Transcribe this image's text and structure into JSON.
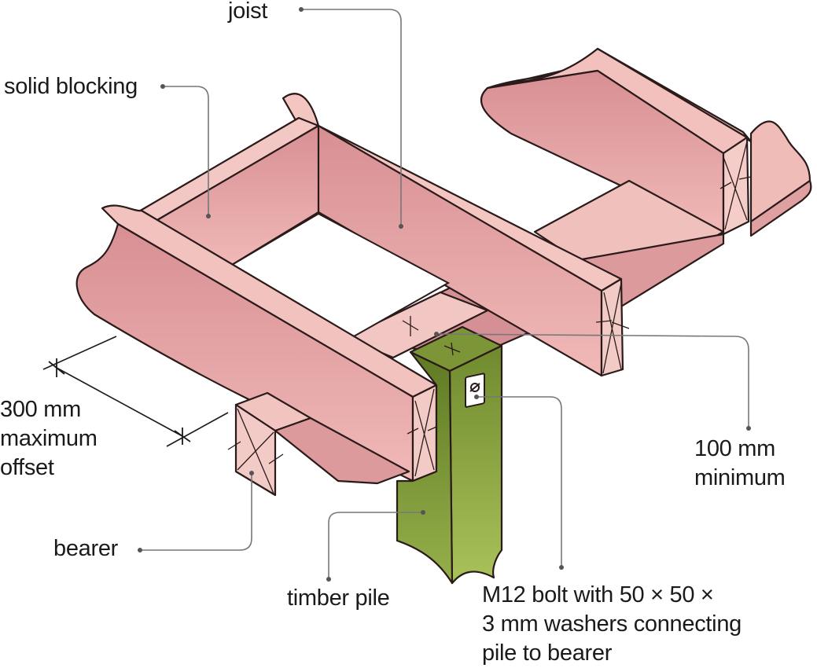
{
  "labels": {
    "joist": "joist",
    "solid_blocking": "solid blocking",
    "offset_line1": "300 mm",
    "offset_line2": "maximum",
    "offset_line3": "offset",
    "minimum_line1": "100 mm",
    "minimum_line2": "minimum",
    "bearer": "bearer",
    "timber_pile": "timber pile",
    "bolt_line1": "M12 bolt with 50 × 50 ×",
    "bolt_line2": "3 mm washers connecting",
    "bolt_line3": "pile to bearer"
  },
  "colors": {
    "timber_light": "#f2c1bd",
    "timber_mid": "#e7a6a5",
    "timber_dark": "#d48c8f",
    "pile_top": "#8a9a3c",
    "pile_face": "#7d9238",
    "outline": "#2a1a1a",
    "leader": "#777777"
  }
}
